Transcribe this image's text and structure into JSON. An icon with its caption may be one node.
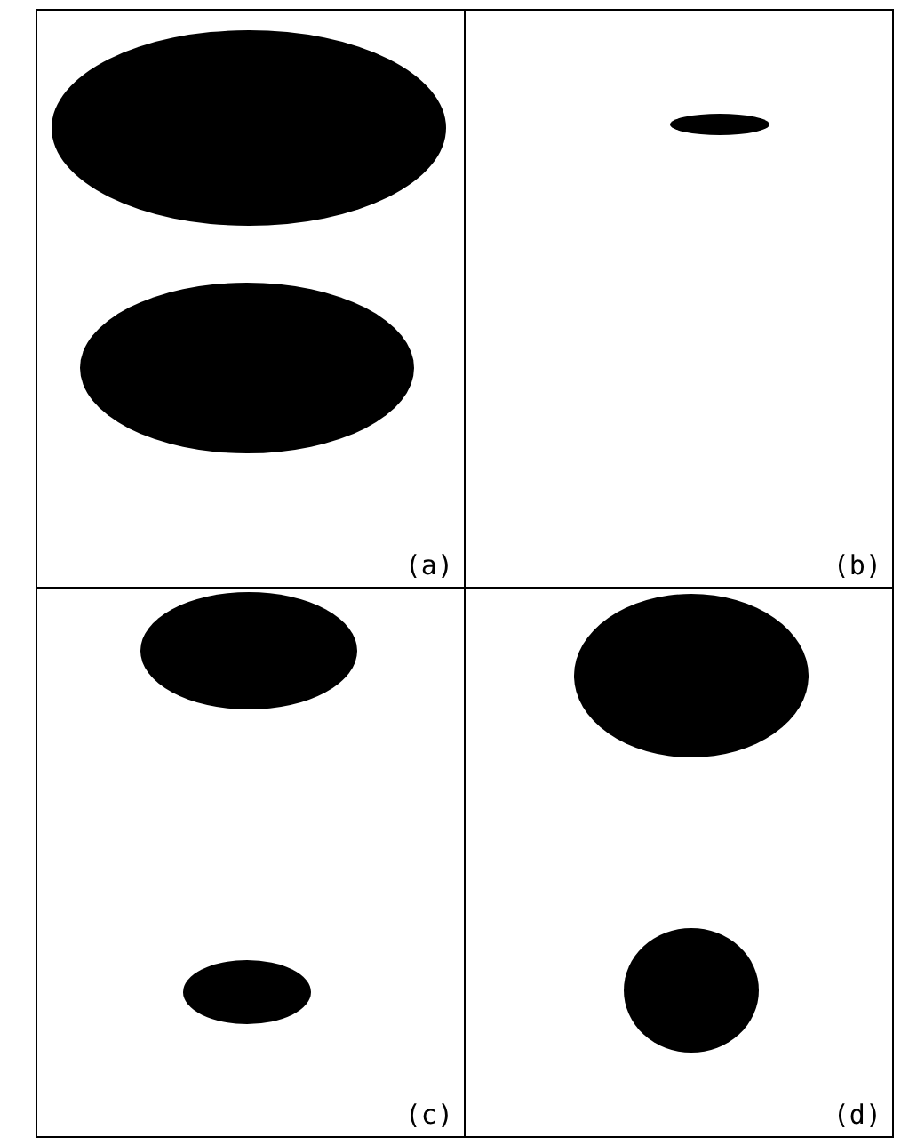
{
  "diagram": {
    "nodes": [
      {
        "text": [
          "(a)"
        ]
      },
      {
        "text": [],
        "shape": "ellipse",
        "in": 0
      },
      {
        "text": [],
        "shape": "ellipse",
        "in": 0
      },
      {
        "text": [
          "(b)"
        ]
      },
      {
        "text": [],
        "shape": "ellipse",
        "in": 3
      },
      {
        "text": [
          "(c)"
        ]
      },
      {
        "text": [],
        "shape": "ellipse",
        "in": 5
      },
      {
        "text": [],
        "shape": "ellipse",
        "in": 5
      },
      {
        "text": [
          "(d)"
        ]
      },
      {
        "text": [],
        "shape": "ellipse",
        "in": 8
      },
      {
        "text": [],
        "shape": "ellipse",
        "in": 8
      }
    ]
  }
}
